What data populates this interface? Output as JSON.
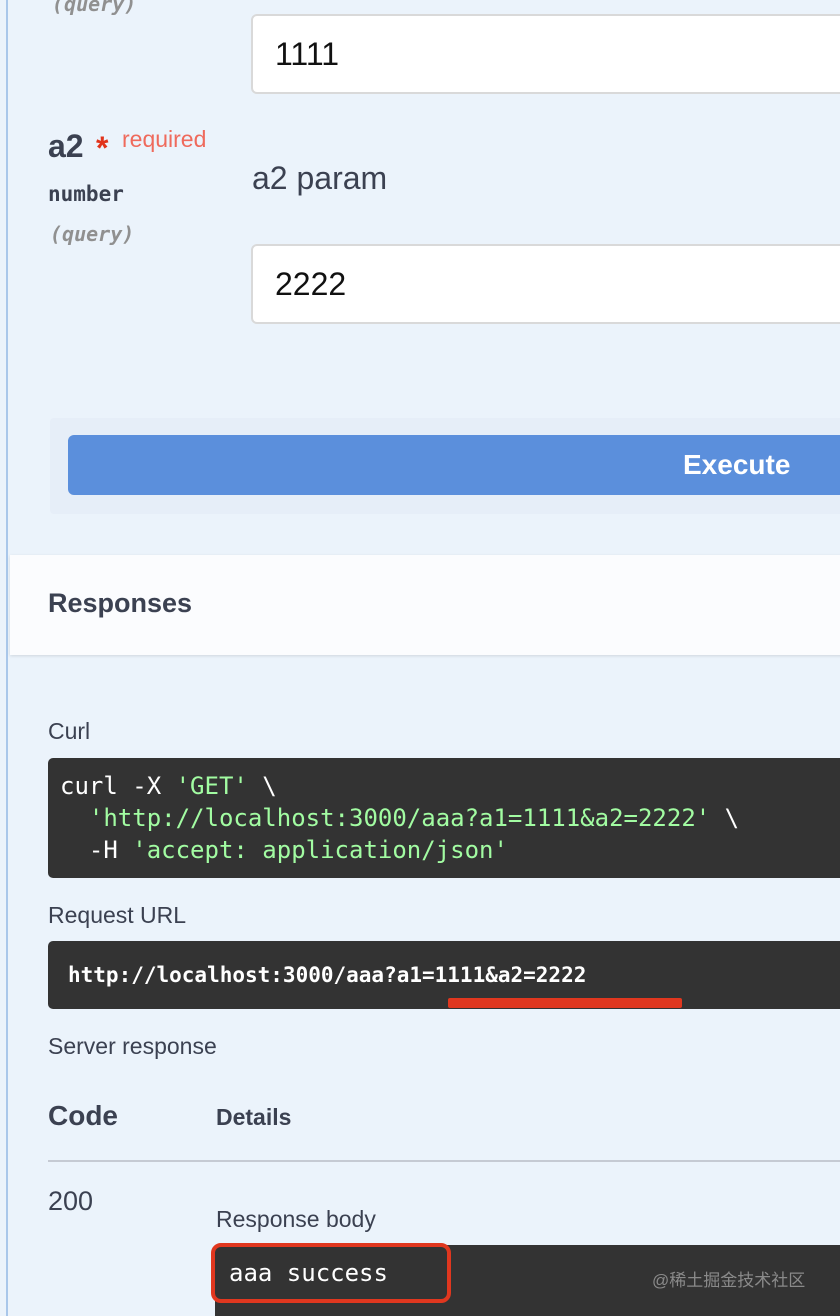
{
  "params": {
    "a1": {
      "in": "(query)",
      "value": "1111"
    },
    "a2": {
      "name": "a2",
      "star": "*",
      "required": "required",
      "type": "number",
      "in": "(query)",
      "description": "a2 param",
      "value": "2222"
    }
  },
  "execute": {
    "label": "Execute"
  },
  "responses": {
    "title": "Responses",
    "curl_label": "Curl",
    "curl": {
      "line1_cmd": "curl -X ",
      "line1_method": "'GET'",
      "line1_end": " \\",
      "line2_indent": "  ",
      "line2_url": "'http://localhost:3000/aaa?a1=1111&a2=2222'",
      "line2_end": " \\",
      "line3_flag": "  -H ",
      "line3_header": "'accept: application/json'"
    },
    "request_url_label": "Request URL",
    "request_url": "http://localhost:3000/aaa?a1=1111&a2=2222",
    "server_response_label": "Server response",
    "code_header": "Code",
    "details_header": "Details",
    "code_value": "200",
    "response_body_label": "Response body",
    "response_body": "aaa success"
  },
  "watermark": "@稀土掘金技术社区",
  "colors": {
    "execute": "#5b8fdc",
    "required": "#ef6a5c",
    "highlight": "#e0371f",
    "code_bg": "#333333",
    "string": "#a2fca2"
  }
}
